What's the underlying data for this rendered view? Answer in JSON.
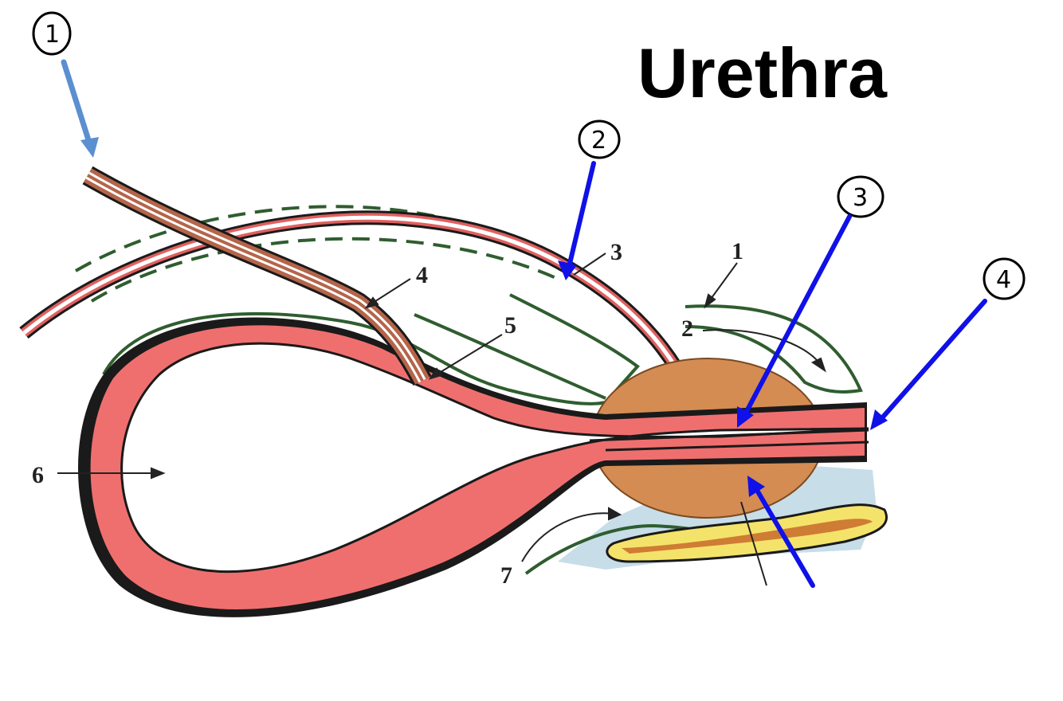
{
  "title": "Urethra",
  "callouts": [
    {
      "id": "1",
      "label": "1"
    },
    {
      "id": "2",
      "label": "2"
    },
    {
      "id": "3",
      "label": "3"
    },
    {
      "id": "4",
      "label": "4"
    }
  ],
  "printed_labels": {
    "l1": "1",
    "l2": "2",
    "l3": "3",
    "l4": "4",
    "l5": "5",
    "l6": "6",
    "l7": "7"
  },
  "colors": {
    "tube_red": "#ef6f6f",
    "outline": "#1a1a1a",
    "peritoneum_green": "#2f5d2f",
    "prostate_brown": "#d48c52",
    "callout_blue": "#1010e8",
    "callout_lightblue": "#5b8fd0",
    "ligament_yellow": "#f4e36a",
    "fluid_blue": "#c7dde8"
  }
}
